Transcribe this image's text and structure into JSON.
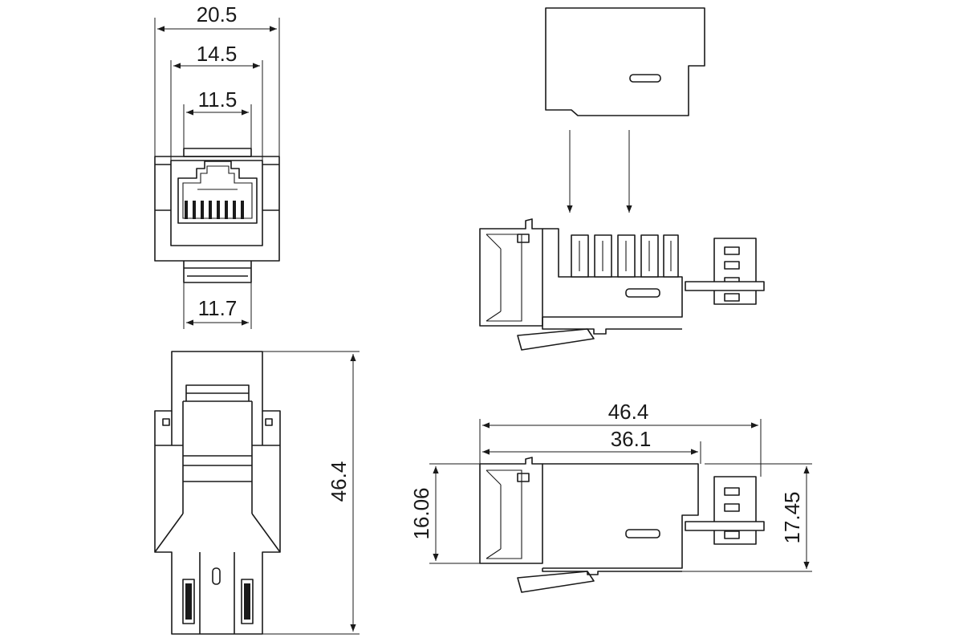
{
  "dimensions": {
    "front_total_width": "20.5",
    "front_outer_width": "14.5",
    "front_inner_width": "11.5",
    "front_tab_width": "11.7",
    "bottom_length": "46.4",
    "side_total_length": "46.4",
    "side_body_length": "36.1",
    "side_front_height": "16.06",
    "side_total_height": "17.45"
  },
  "colors": {
    "line": "#1a1a1a",
    "background": "#ffffff"
  }
}
